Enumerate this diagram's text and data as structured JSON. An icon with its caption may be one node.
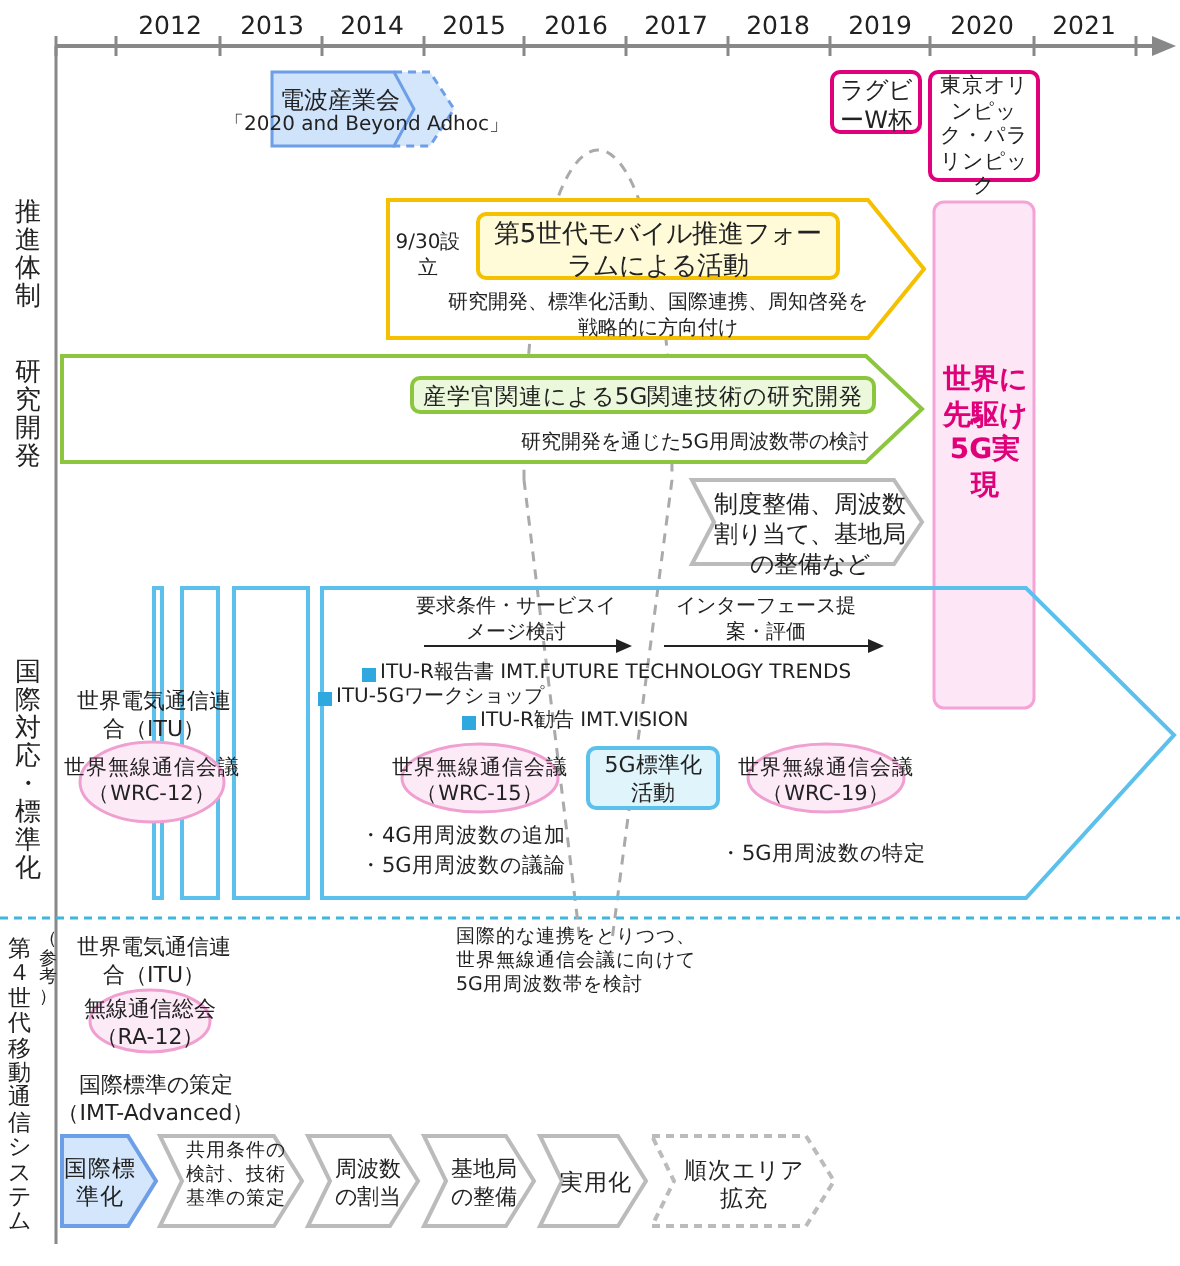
{
  "diagram": {
    "nodes": [
      {
        "text": [
          "電波産業会",
          "「2020 and Beyond Adhoc」"
        ]
      },
      {
        "text": [
          "ラグビーW杯"
        ]
      },
      {
        "text": [
          "東京オリンピック・パラリンピック"
        ]
      },
      {
        "text": [
          "研究開発、標準化活動、国際連携、周知啓発を戦略的に方向付け"
        ],
        "beside": [
          "9/30設立"
        ]
      },
      {
        "text": [
          "第5世代モバイル推進フォーラムによる活動"
        ],
        "in": 3
      },
      {
        "text": [
          "研究開発を通じた5G用周波数帯の検討"
        ]
      },
      {
        "text": [
          "産学官関連による5G関連技術の研究開発"
        ],
        "in": 5
      },
      {
        "text": [
          "制度整備、周波数割り当て、基地局の整備など"
        ]
      },
      {
        "text": [
          "世界に先駆け5G実現"
        ]
      },
      {
        "text": [],
        "shape": "arrow"
      },
      {
        "text": [],
        "shape": "box"
      },
      {
        "text": [],
        "shape": "box"
      },
      {
        "text": [],
        "shape": "box"
      },
      {
        "text": [
          "世界無線通信会議（WRC-12）"
        ],
        "beside": [
          "世界電気通信連合（ITU）"
        ]
      },
      {
        "text": [
          "世界無線通信会議（WRC-15）"
        ],
        "in": 9,
        "beside": [
          "・4G用周波数の追加",
          "・5G用周波数の議論"
        ]
      },
      {
        "text": [
          "5G標準化活動"
        ],
        "in": 9
      },
      {
        "text": [
          "世界無線通信会議（WRC-19）"
        ],
        "in": 9,
        "beside": [
          "・5G用周波数の特定"
        ]
      },
      {
        "text": [
          "無線通信総会（RA-12）"
        ],
        "beside": [
          "世界電気通信連合（ITU）"
        ]
      },
      {
        "text": [
          "国際標準化"
        ]
      },
      {
        "text": [
          "共用条件の検討、技術基準の策定"
        ]
      },
      {
        "text": [
          "周波数の割当"
        ]
      },
      {
        "text": [
          "基地局の整備"
        ]
      },
      {
        "text": [
          "実用化"
        ]
      },
      {
        "text": [
          "順次エリア拡充"
        ]
      }
    ],
    "labels": [
      "2012",
      "2013",
      "2014",
      "2015",
      "2016",
      "2017",
      "2018",
      "2019",
      "2020",
      "2021",
      "推進体制",
      "研究開発",
      "国際対応・標準化",
      "（参考）",
      "第４世代移動通信システム",
      "要求条件・サービスイメージ検討",
      "インターフェース提案・評価",
      "ITU-R報告書 IMT.FUTURE TECHNOLOGY TRENDS",
      "ITU-5Gワークショップ",
      "ITU-R勧告 IMT.VISION",
      "国際的な連携をとりつつ、世界無線通信会議に向けて5G用周波数帯を検討",
      "国際標準の策定（IMT-Advanced）"
    ]
  }
}
